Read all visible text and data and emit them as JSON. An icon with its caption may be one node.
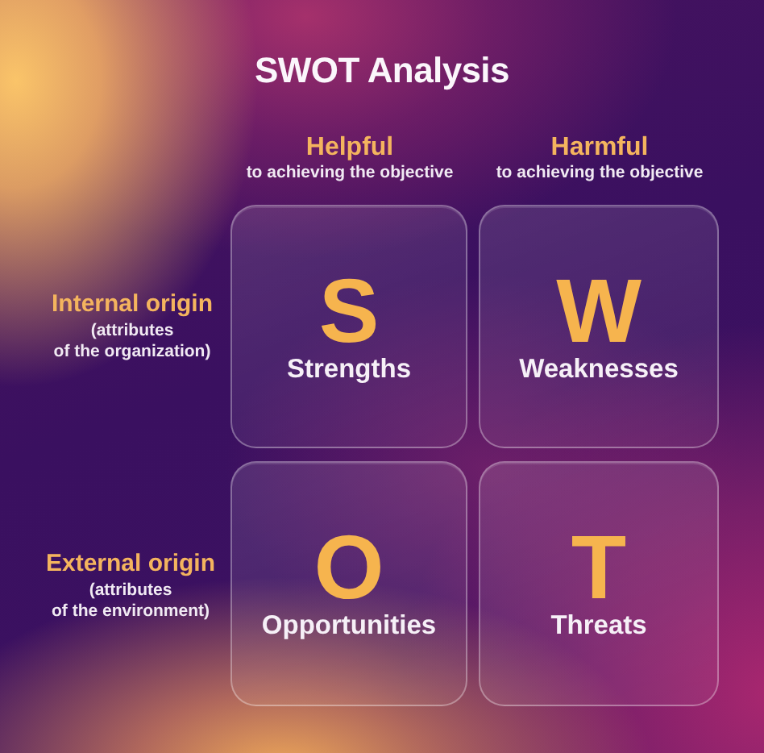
{
  "diagram": {
    "title": "SWOT Analysis",
    "nodes": [
      {
        "text": [
          "S",
          "Strengths"
        ]
      },
      {
        "text": [
          "W",
          "Weaknesses"
        ]
      },
      {
        "text": [
          "O",
          "Opportunities"
        ]
      },
      {
        "text": [
          "T",
          "Threats"
        ]
      }
    ],
    "labels": [
      "Helpful",
      "to achieving the objective",
      "Harmful",
      "to achieving the objective",
      "Internal origin",
      "(attributes of the organization)",
      "External origin",
      "(attributes of the environment)"
    ]
  }
}
